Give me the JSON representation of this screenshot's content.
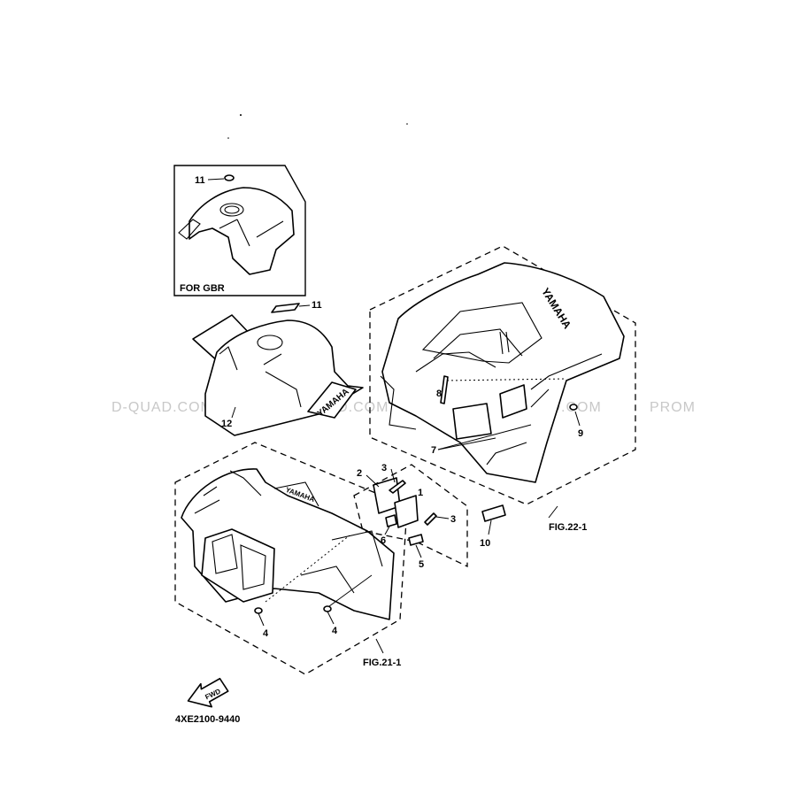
{
  "watermark": {
    "segments": [
      "D-QUAD.COM",
      "PROMOQUAD.COM",
      "PROMO-QUAD.COM",
      "PROM"
    ]
  },
  "inset": {
    "caption": "FOR GBR",
    "callout": "11"
  },
  "callouts": {
    "p1": "1",
    "p2": "2",
    "p3a": "3",
    "p3b": "3",
    "p4a": "4",
    "p4b": "4",
    "p5": "5",
    "p6": "6",
    "p7": "7",
    "p8": "8",
    "p9": "9",
    "p10": "10",
    "p11": "11",
    "p12": "12"
  },
  "figure_refs": {
    "front": "FIG.21-1",
    "rear": "FIG.22-1"
  },
  "branding": {
    "rear_fender_text": "YAMAHA"
  },
  "fwd_arrow": "FWD",
  "diagram_code": "4XE2100-9440"
}
